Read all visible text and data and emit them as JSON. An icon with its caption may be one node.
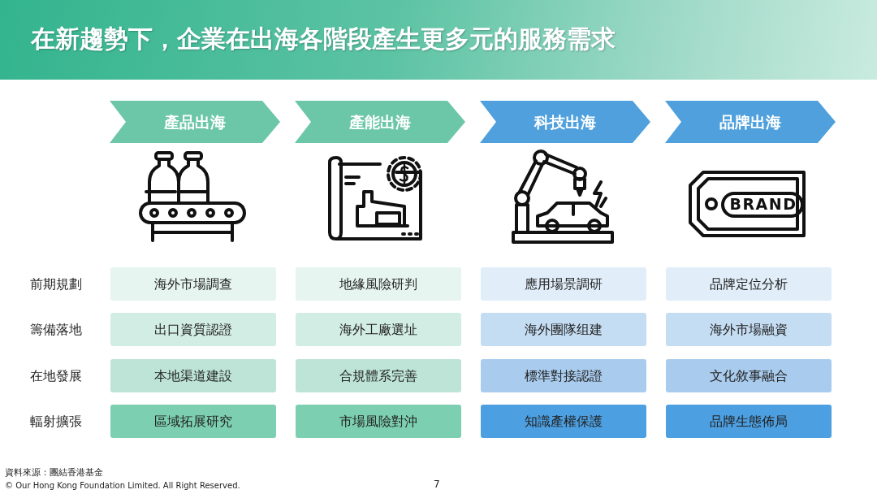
{
  "diagram": {
    "title": "在新趨勢下，企業在出海各階段產生更多元的服務需求",
    "nodes": [
      {
        "text": [
          "產品出海"
        ]
      },
      {
        "text": [
          "產能出海"
        ]
      },
      {
        "text": [
          "科技出海"
        ]
      },
      {
        "text": [
          "品牌出海"
        ]
      },
      {
        "text": [
          "海外市場調查"
        ]
      },
      {
        "text": [
          "地緣風險研判"
        ]
      },
      {
        "text": [
          "應用場景調研"
        ]
      },
      {
        "text": [
          "品牌定位分析"
        ]
      },
      {
        "text": [
          "出口資質認證"
        ]
      },
      {
        "text": [
          "海外工廠選址"
        ]
      },
      {
        "text": [
          "海外團隊组建"
        ]
      },
      {
        "text": [
          "海外市場融資"
        ]
      },
      {
        "text": [
          "本地渠道建設"
        ]
      },
      {
        "text": [
          "合規體系完善"
        ]
      },
      {
        "text": [
          "標準對接認證"
        ]
      },
      {
        "text": [
          "文化敘事融合"
        ]
      },
      {
        "text": [
          "區域拓展研究"
        ]
      },
      {
        "text": [
          "市場風險對沖"
        ]
      },
      {
        "text": [
          "知識產權保護"
        ]
      },
      {
        "text": [
          "品牌生態佈局"
        ]
      }
    ],
    "labels": [
      "BRAND",
      "前期規劃",
      "籌備落地",
      "在地發展",
      "輻射擴張",
      "資料來源：團結香港基金",
      "© Our Hong Kong Foundation Limited. All Right Reserved.",
      "7"
    ]
  }
}
